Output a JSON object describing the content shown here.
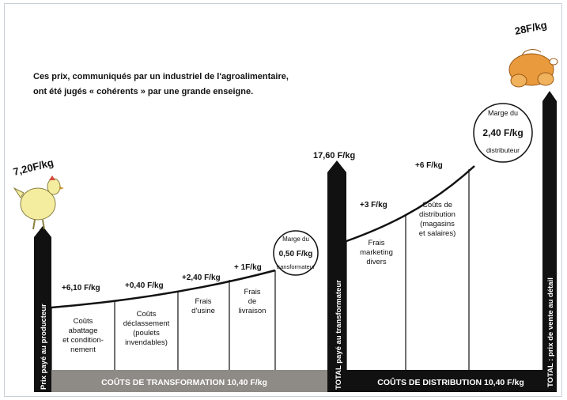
{
  "caption": {
    "line1": "Ces prix, communiqués par un industriel de l'agroalimentaire,",
    "line2": "ont été jugés « cohérents » par une grande enseigne."
  },
  "prices": {
    "producer_price": "7,20F/kg",
    "processor_total": "17,60 F/kg",
    "retail_price": "28F/kg"
  },
  "increments": {
    "slaughter": "+6,10 F/kg",
    "downgrading": "+0,40 F/kg",
    "plant": "+2,40 F/kg",
    "delivery": "+ 1F/kg",
    "marketing": "+3 F/kg",
    "distribution": "+6 F/kg"
  },
  "cost_boxes": {
    "slaughter": [
      "Coûts",
      "abattage",
      "et condition-",
      "nement"
    ],
    "downgrading": [
      "Coûts",
      "déclassement",
      "(poulets",
      "invendables)"
    ],
    "plant": [
      "Frais",
      "d'usine"
    ],
    "delivery": [
      "Frais",
      "de",
      "livraison"
    ],
    "marketing": [
      "Frais",
      "marketing",
      "divers"
    ],
    "distribution": [
      "Coûts de",
      "distribution",
      "(magasins",
      "et salaires)"
    ]
  },
  "margin_processor": {
    "top": "Marge du",
    "value": "0,50 F/kg",
    "bottom": "transformateur"
  },
  "margin_distributor": {
    "top": "Marge du",
    "value": "2,40 F/kg",
    "bottom": "distributeur"
  },
  "vertical_labels": {
    "producer": "Prix payé au producteur",
    "processor": "TOTAL payé au transformateur",
    "retail": "TOTAL : prix de vente au détail"
  },
  "bands": {
    "transformation": "COÛTS DE TRANSFORMATION 10,40 F/kg",
    "distribution": "COÛTS DE DISTRIBUTION 10,40 F/kg"
  },
  "icons": {
    "raw_chicken": "live-chicken-icon",
    "roast_chicken": "roast-chicken-icon"
  },
  "colors": {
    "bar": "#111111",
    "band_transformation": "#8e8a86",
    "chicken_live": "#f4eda0",
    "chicken_roast": "#e99a3c"
  }
}
